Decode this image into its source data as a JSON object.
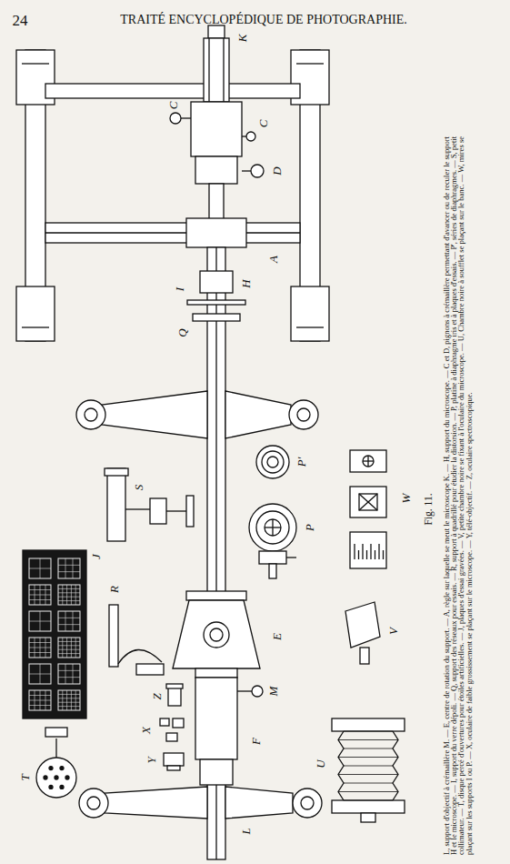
{
  "diagram": {
    "caption": "L, support d'objectif à crémaillère M. — E, centre de rotation du support. — A, règle sur laquelle se meut le microscope K. — H, support du microscope. — C et D, pignons à crémaillère permettant d'avancer ou de reculer le support H et le microscope. — I, support du verre dépoli. — Q, support des réseaux pour essais. — R, support à quadrillé pour étudier la distorsion. — P, platine à diaphragme iris et à plaques d'essais. — P', séries de diaphragmes. — S, petit collimateur. — T, disque percé d'ouvertures pour étoiles artificielles. — J, plaques d'essai gravées. — V, petite chambre noire se fixant à l'oculaire du microscope. — U, Chambre noire à soufflet se plaçant sur le banc. — W, mires se plaçant sur les supports I ou P. — X, oculaire de faible grossissement se plaçant sur le microscope. — Y, télé-objectif. — Z, oculaire spectroscopique.",
    "labels": [
      "24",
      "TRAITÉ ENCYCLOPÉDIQUE DE PHOTOGRAPHIE.",
      "K",
      "C",
      "C",
      "D",
      "A",
      "I",
      "Q",
      "H",
      "P'",
      "P",
      "W",
      "V",
      "S",
      "R",
      "J",
      "E",
      "Z",
      "X",
      "Y",
      "M",
      "F",
      "L",
      "U",
      "T",
      "Fig. 11."
    ]
  }
}
